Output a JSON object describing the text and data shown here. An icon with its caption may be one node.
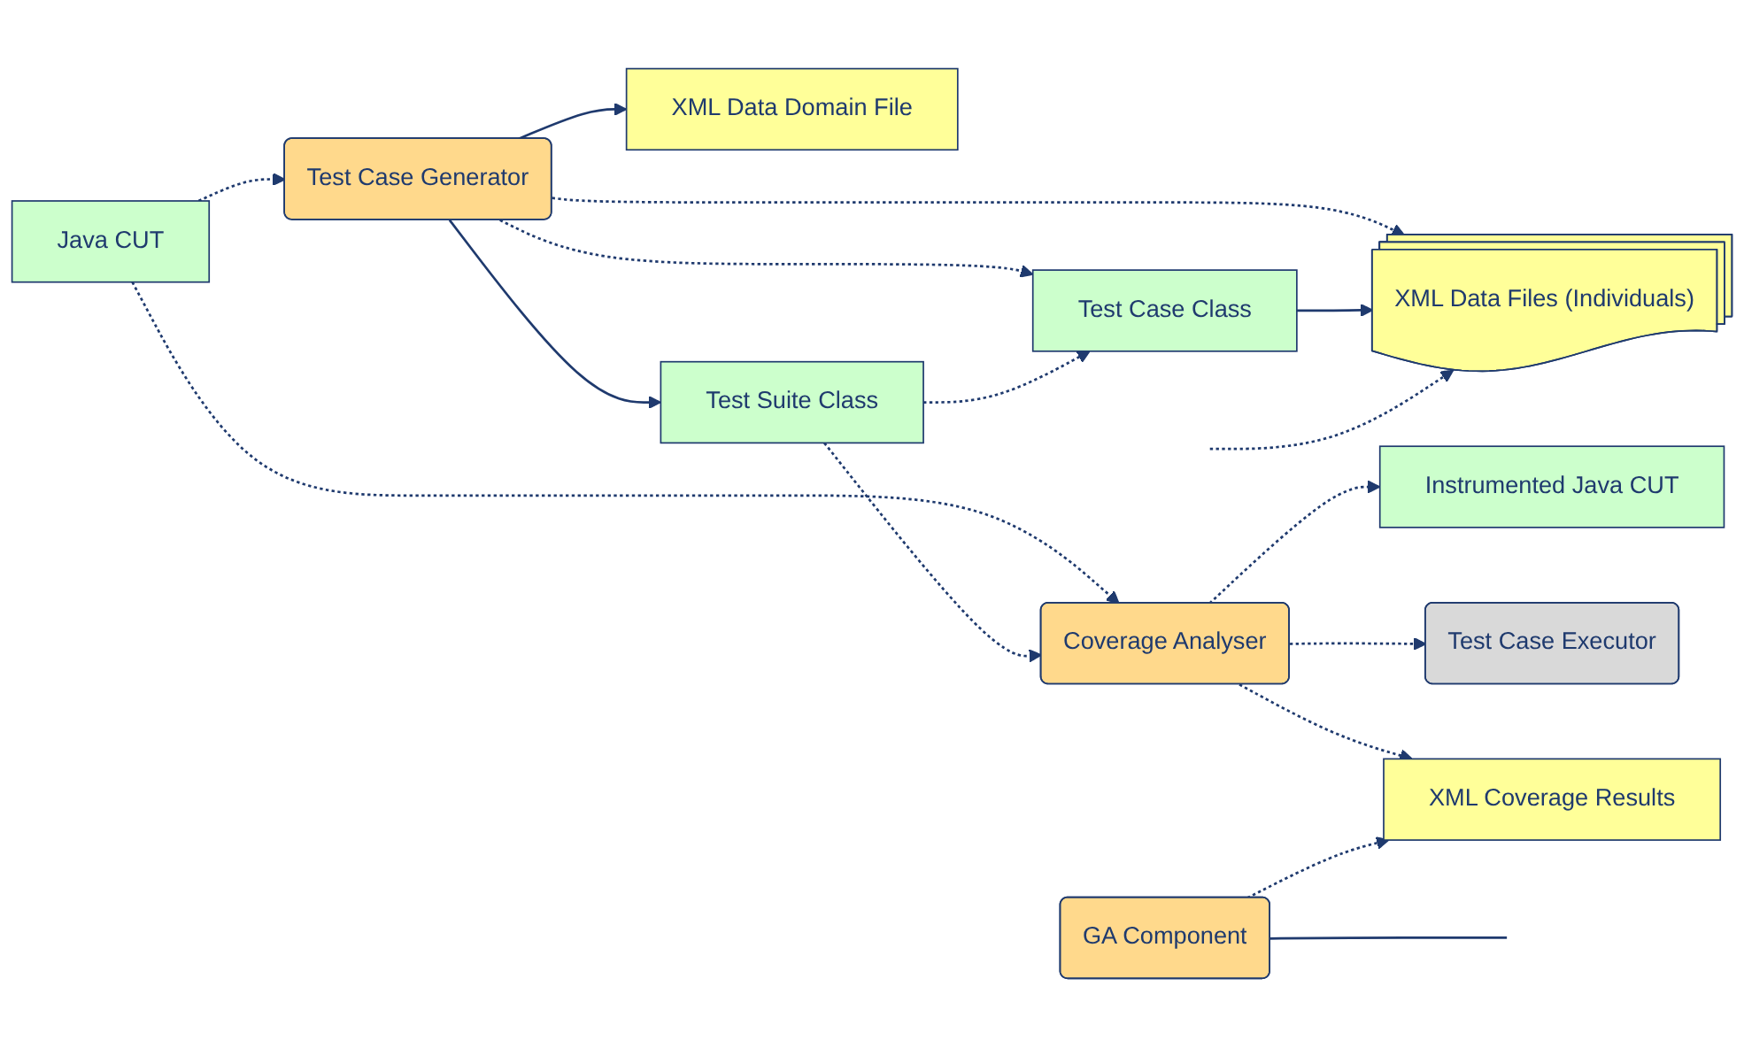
{
  "diagram": {
    "nodes": [
      {
        "text": [
          "XML Data Domain File"
        ]
      },
      {
        "text": [
          "Java CUT"
        ]
      },
      {
        "text": [
          "Test Case Generator"
        ]
      },
      {
        "text": [
          "XML Data Files (Individuals)"
        ]
      },
      {
        "text": [
          "Instrumented Java CUT"
        ]
      },
      {
        "text": [
          "Coverage Analyser"
        ]
      },
      {
        "text": [
          "Test Suite Class"
        ]
      },
      {
        "text": [
          "Test Case Class"
        ]
      },
      {
        "text": [
          "Test Case Executor"
        ]
      },
      {
        "text": [
          "XML Coverage Results"
        ]
      },
      {
        "text": [
          "GA Component"
        ]
      }
    ],
    "edges": [
      {
        "from": 1,
        "to": 2,
        "arrow": "to",
        "style": "dashed"
      },
      {
        "from": 2,
        "to": 0,
        "arrow": "to"
      },
      {
        "from": 2,
        "to": 3,
        "arrow": "to",
        "style": "dashed"
      },
      {
        "from": 2,
        "to": 6,
        "arrow": "to"
      },
      {
        "from": 2,
        "to": 7,
        "arrow": "to",
        "style": "dashed"
      },
      {
        "from": 7,
        "to": 3,
        "arrow": "to"
      },
      {
        "from": null,
        "to": 3,
        "arrow": "to",
        "style": "dashed"
      },
      {
        "from": 1,
        "to": 5,
        "arrow": "to",
        "style": "dashed"
      },
      {
        "from": 6,
        "to": 5,
        "arrow": "to",
        "style": "dashed"
      },
      {
        "from": 6,
        "to": 7,
        "arrow": "to",
        "style": "dashed"
      },
      {
        "from": 5,
        "to": 4,
        "arrow": "to",
        "style": "dashed"
      },
      {
        "from": 5,
        "to": 8,
        "arrow": "to",
        "style": "dashed"
      },
      {
        "from": 5,
        "to": 9,
        "arrow": "to",
        "style": "dashed"
      },
      {
        "from": 10,
        "to": 9,
        "arrow": "to",
        "style": "dashed"
      },
      {
        "from": 10,
        "to": null,
        "arrow": "none"
      }
    ]
  }
}
